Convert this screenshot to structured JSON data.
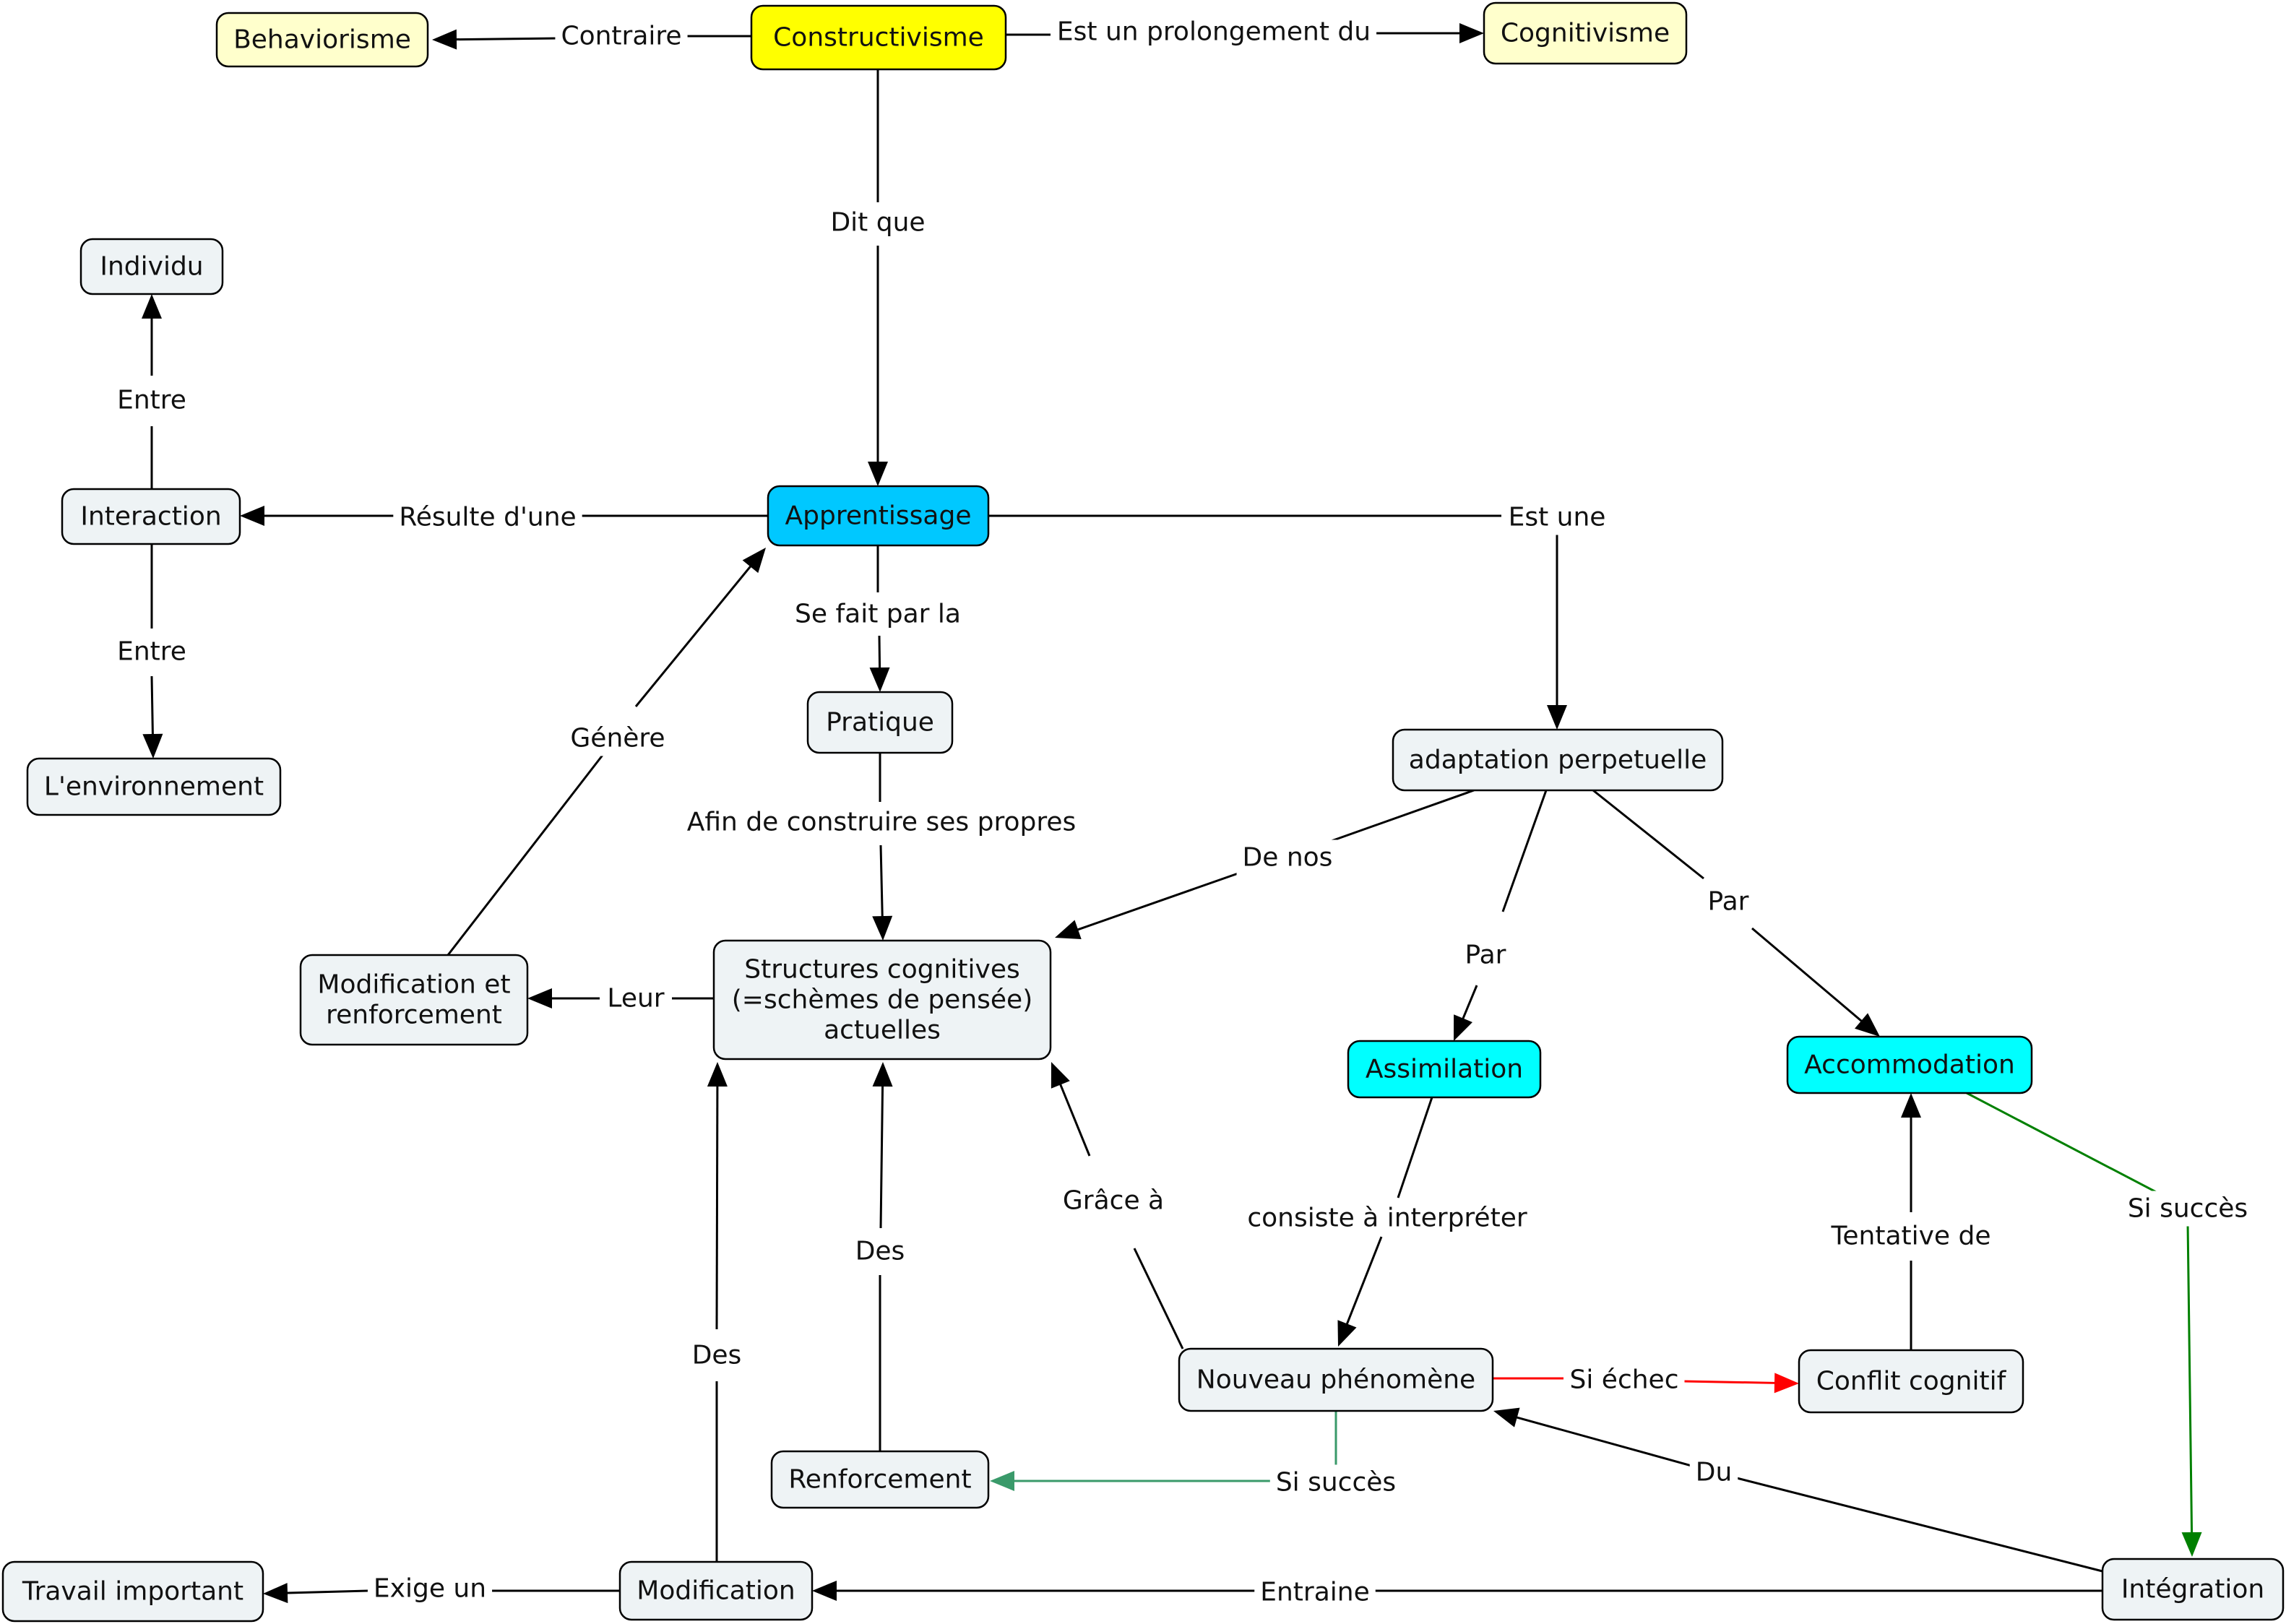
{
  "nodes": {
    "constructivisme": {
      "label": [
        "Constructivisme"
      ],
      "fill": "#ffff00"
    },
    "behaviorisme": {
      "label": [
        "Behaviorisme"
      ],
      "fill": "#ffffcc"
    },
    "cognitivisme": {
      "label": [
        "Cognitivisme"
      ],
      "fill": "#ffffcc"
    },
    "apprentissage": {
      "label": [
        "Apprentissage"
      ],
      "fill": "#00c8ff"
    },
    "individu": {
      "label": [
        "Individu"
      ],
      "fill": "#eef3f5"
    },
    "interaction": {
      "label": [
        "Interaction"
      ],
      "fill": "#eef3f5"
    },
    "environnement": {
      "label": [
        "L'environnement"
      ],
      "fill": "#eef3f5"
    },
    "pratique": {
      "label": [
        "Pratique"
      ],
      "fill": "#eef3f5"
    },
    "adaptation": {
      "label": [
        "adaptation perpetuelle"
      ],
      "fill": "#eef3f5"
    },
    "modif_renforcement": {
      "label": [
        "Modification et",
        "renforcement"
      ],
      "fill": "#eef3f5"
    },
    "structures": {
      "label": [
        "Structures cognitives",
        "(=schèmes de pensée)",
        "actuelles"
      ],
      "fill": "#eef3f5"
    },
    "assimilation": {
      "label": [
        "Assimilation"
      ],
      "fill": "#00ffff"
    },
    "accommodation": {
      "label": [
        "Accommodation"
      ],
      "fill": "#00ffff"
    },
    "nouveau": {
      "label": [
        "Nouveau phénomène"
      ],
      "fill": "#eef3f5"
    },
    "conflit": {
      "label": [
        "Conflit cognitif"
      ],
      "fill": "#eef3f5"
    },
    "renforcement": {
      "label": [
        "Renforcement"
      ],
      "fill": "#eef3f5"
    },
    "travail": {
      "label": [
        "Travail important"
      ],
      "fill": "#eef3f5"
    },
    "modification": {
      "label": [
        "Modification"
      ],
      "fill": "#eef3f5"
    },
    "integration": {
      "label": [
        "Intégration"
      ],
      "fill": "#eef3f5"
    }
  },
  "links": {
    "contraire": {
      "label": "Contraire",
      "color": "#000000"
    },
    "prolongement": {
      "label": "Est un prolongement du",
      "color": "#000000"
    },
    "dit_que": {
      "label": "Dit que",
      "color": "#000000"
    },
    "resulte": {
      "label": "Résulte d'une",
      "color": "#000000"
    },
    "entre_haut": {
      "label": "Entre",
      "color": "#000000"
    },
    "entre_bas": {
      "label": "Entre",
      "color": "#000000"
    },
    "est_une": {
      "label": "Est une",
      "color": "#000000"
    },
    "se_fait": {
      "label": "Se fait par la",
      "color": "#000000"
    },
    "genere": {
      "label": "Génère",
      "color": "#000000"
    },
    "afin": {
      "label": "Afin de construire ses propres",
      "color": "#000000"
    },
    "de_nos": {
      "label": "De nos",
      "color": "#000000"
    },
    "par_assim": {
      "label": "Par",
      "color": "#000000"
    },
    "par_accom": {
      "label": "Par",
      "color": "#000000"
    },
    "leur": {
      "label": "Leur",
      "color": "#000000"
    },
    "grace": {
      "label": "Grâce à",
      "color": "#000000"
    },
    "consiste": {
      "label": "consiste à interpréter",
      "color": "#000000"
    },
    "tentative": {
      "label": "Tentative de",
      "color": "#000000"
    },
    "succes_accom": {
      "label": "Si succès",
      "color": "#008000"
    },
    "des_renf": {
      "label": "Des",
      "color": "#000000"
    },
    "des_modif": {
      "label": "Des",
      "color": "#000000"
    },
    "echec": {
      "label": "Si échec",
      "color": "#ff0000"
    },
    "succes_nouveau": {
      "label": "Si succès",
      "color": "#3a9a6a"
    },
    "du": {
      "label": "Du",
      "color": "#000000"
    },
    "exige": {
      "label": "Exige un",
      "color": "#000000"
    },
    "entraine": {
      "label": "Entraine",
      "color": "#000000"
    }
  }
}
